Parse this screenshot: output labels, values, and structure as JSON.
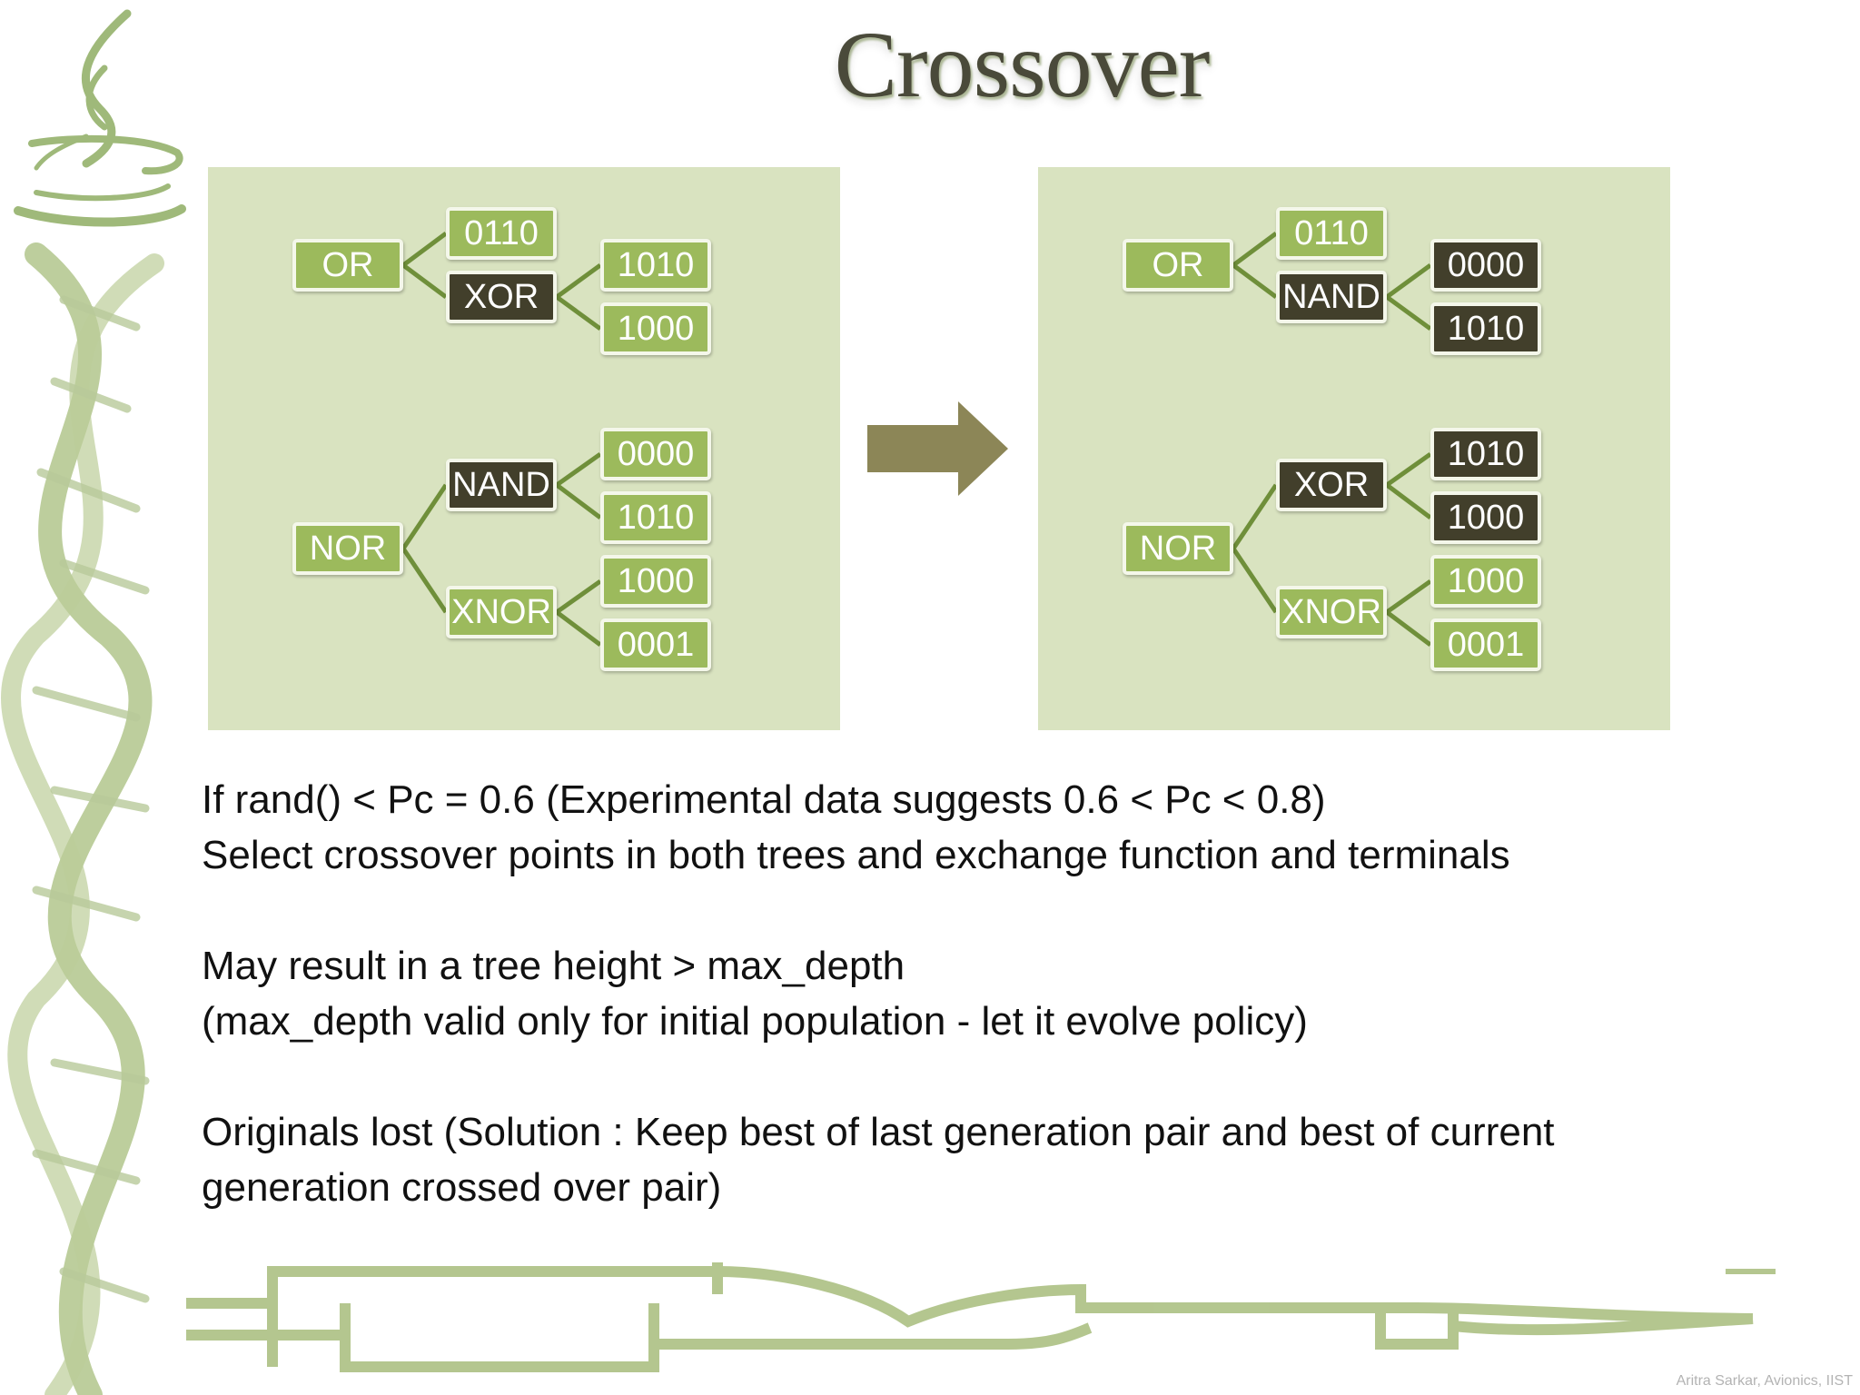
{
  "slide": {
    "title": "Crossover",
    "footer": "Aritra Sarkar, Avionics, IIST"
  },
  "colors": {
    "panel_bg": "#d9e3c0",
    "node_light": "#9cba5c",
    "node_dark": "#423f2b",
    "arrow": "#8c8657",
    "decor": "#a7bd7c"
  },
  "before": {
    "tree1": {
      "root": "OR",
      "child_1": "0110",
      "child_2": "XOR",
      "leaf_1": "1010",
      "leaf_2": "1000"
    },
    "tree2": {
      "root": "NOR",
      "child_1": "NAND",
      "child_2": "XNOR",
      "leaf_1": "0000",
      "leaf_2": "1010",
      "leaf_3": "1000",
      "leaf_4": "0001"
    }
  },
  "after": {
    "tree1": {
      "root": "OR",
      "child_1": "0110",
      "child_2": "NAND",
      "leaf_1": "0000",
      "leaf_2": "1010"
    },
    "tree2": {
      "root": "NOR",
      "child_1": "XOR",
      "child_2": "XNOR",
      "leaf_1": "1010",
      "leaf_2": "1000",
      "leaf_3": "1000",
      "leaf_4": "0001"
    }
  },
  "text": {
    "line1": "If rand() < Pc = 0.6 (Experimental data suggests 0.6 < Pc < 0.8)",
    "line2": "Select crossover points in both trees and exchange function and terminals",
    "line3": "May result in a tree height > max_depth",
    "line4": "(max_depth valid only for initial population - let it evolve policy)",
    "line5": "Originals lost (Solution : Keep best of last generation pair and best of current",
    "line6": "generation crossed over pair)"
  }
}
